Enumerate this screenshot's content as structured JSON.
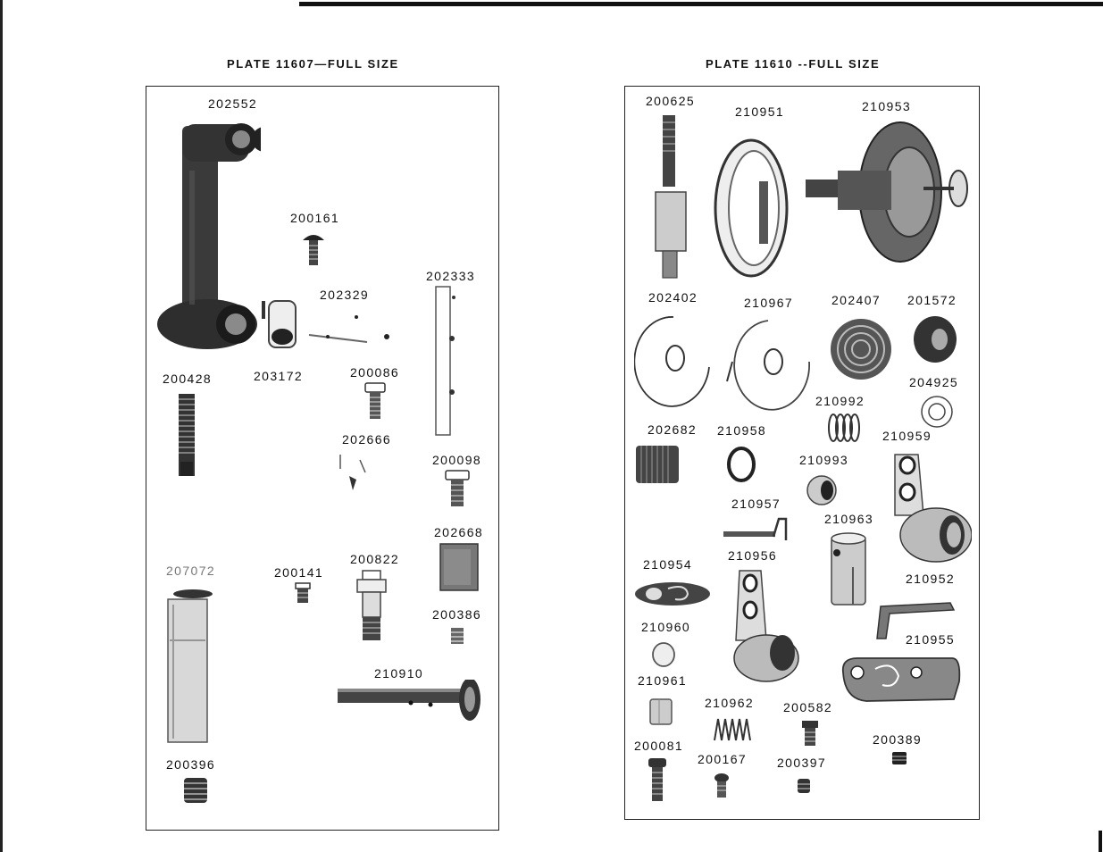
{
  "plates": [
    {
      "title": "PLATE 11607—FULL SIZE",
      "parts": [
        {
          "number": "202552",
          "icon": "bent-arm-icon"
        },
        {
          "number": "200161",
          "icon": "screw-icon"
        },
        {
          "number": "202333",
          "icon": "flat-bar-icon"
        },
        {
          "number": "202329",
          "icon": "shaft-icon"
        },
        {
          "number": "200428",
          "icon": "threaded-stud-icon"
        },
        {
          "number": "203172",
          "icon": "blank-icon"
        },
        {
          "number": "200086",
          "icon": "screw-icon"
        },
        {
          "number": "202666",
          "icon": "clip-icon"
        },
        {
          "number": "200098",
          "icon": "screw-icon"
        },
        {
          "number": "202668",
          "icon": "block-icon"
        },
        {
          "number": "207072",
          "icon": "tube-icon"
        },
        {
          "number": "200141",
          "icon": "screw-icon"
        },
        {
          "number": "200822",
          "icon": "stud-icon"
        },
        {
          "number": "200386",
          "icon": "set-screw-icon"
        },
        {
          "number": "210910",
          "icon": "shaft-icon"
        },
        {
          "number": "200396",
          "icon": "set-screw-icon"
        }
      ]
    },
    {
      "title": "PLATE 11610 --FULL SIZE",
      "parts": [
        {
          "number": "200625",
          "icon": "stud-icon"
        },
        {
          "number": "210951",
          "icon": "disc-icon"
        },
        {
          "number": "210953",
          "icon": "tension-assembly-icon"
        },
        {
          "number": "202402",
          "icon": "disc-icon"
        },
        {
          "number": "210967",
          "icon": "disc-icon"
        },
        {
          "number": "202407",
          "icon": "spring-coil-icon"
        },
        {
          "number": "201572",
          "icon": "nut-icon"
        },
        {
          "number": "204925",
          "icon": "washer-icon"
        },
        {
          "number": "210992",
          "icon": "spring-icon"
        },
        {
          "number": "202682",
          "icon": "sleeve-icon"
        },
        {
          "number": "210958",
          "icon": "washer-icon"
        },
        {
          "number": "210959",
          "icon": "lever-icon"
        },
        {
          "number": "210993",
          "icon": "collar-icon"
        },
        {
          "number": "210957",
          "icon": "bar-icon"
        },
        {
          "number": "210963",
          "icon": "sleeve-icon"
        },
        {
          "number": "210954",
          "icon": "plate-icon"
        },
        {
          "number": "210956",
          "icon": "lever-icon"
        },
        {
          "number": "210952",
          "icon": "bracket-icon"
        },
        {
          "number": "210960",
          "icon": "disc-icon"
        },
        {
          "number": "210955",
          "icon": "plate-icon"
        },
        {
          "number": "210961",
          "icon": "pin-icon"
        },
        {
          "number": "210962",
          "icon": "spring-icon"
        },
        {
          "number": "200582",
          "icon": "screw-icon"
        },
        {
          "number": "200389",
          "icon": "set-screw-icon"
        },
        {
          "number": "200081",
          "icon": "screw-icon"
        },
        {
          "number": "200167",
          "icon": "screw-icon"
        },
        {
          "number": "200397",
          "icon": "set-screw-icon"
        }
      ]
    }
  ]
}
